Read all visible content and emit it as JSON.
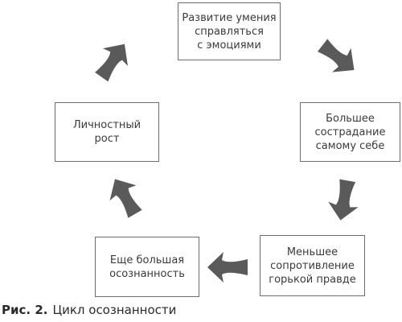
{
  "cycle": {
    "nodes": [
      {
        "text": "Развитие умения\nсправляться\nс эмоциями"
      },
      {
        "text": "Большее\nсострадание\nсамому себе"
      },
      {
        "text": "Меньшее\nсопротивление\nгорькой правде"
      },
      {
        "text": "Еще большая\nосознанность"
      },
      {
        "text": "Личностный\nрост"
      }
    ],
    "arrow_color": "#5a5a5a"
  },
  "caption": {
    "label": "Рис. 2.",
    "text": "Цикл осознанности"
  }
}
